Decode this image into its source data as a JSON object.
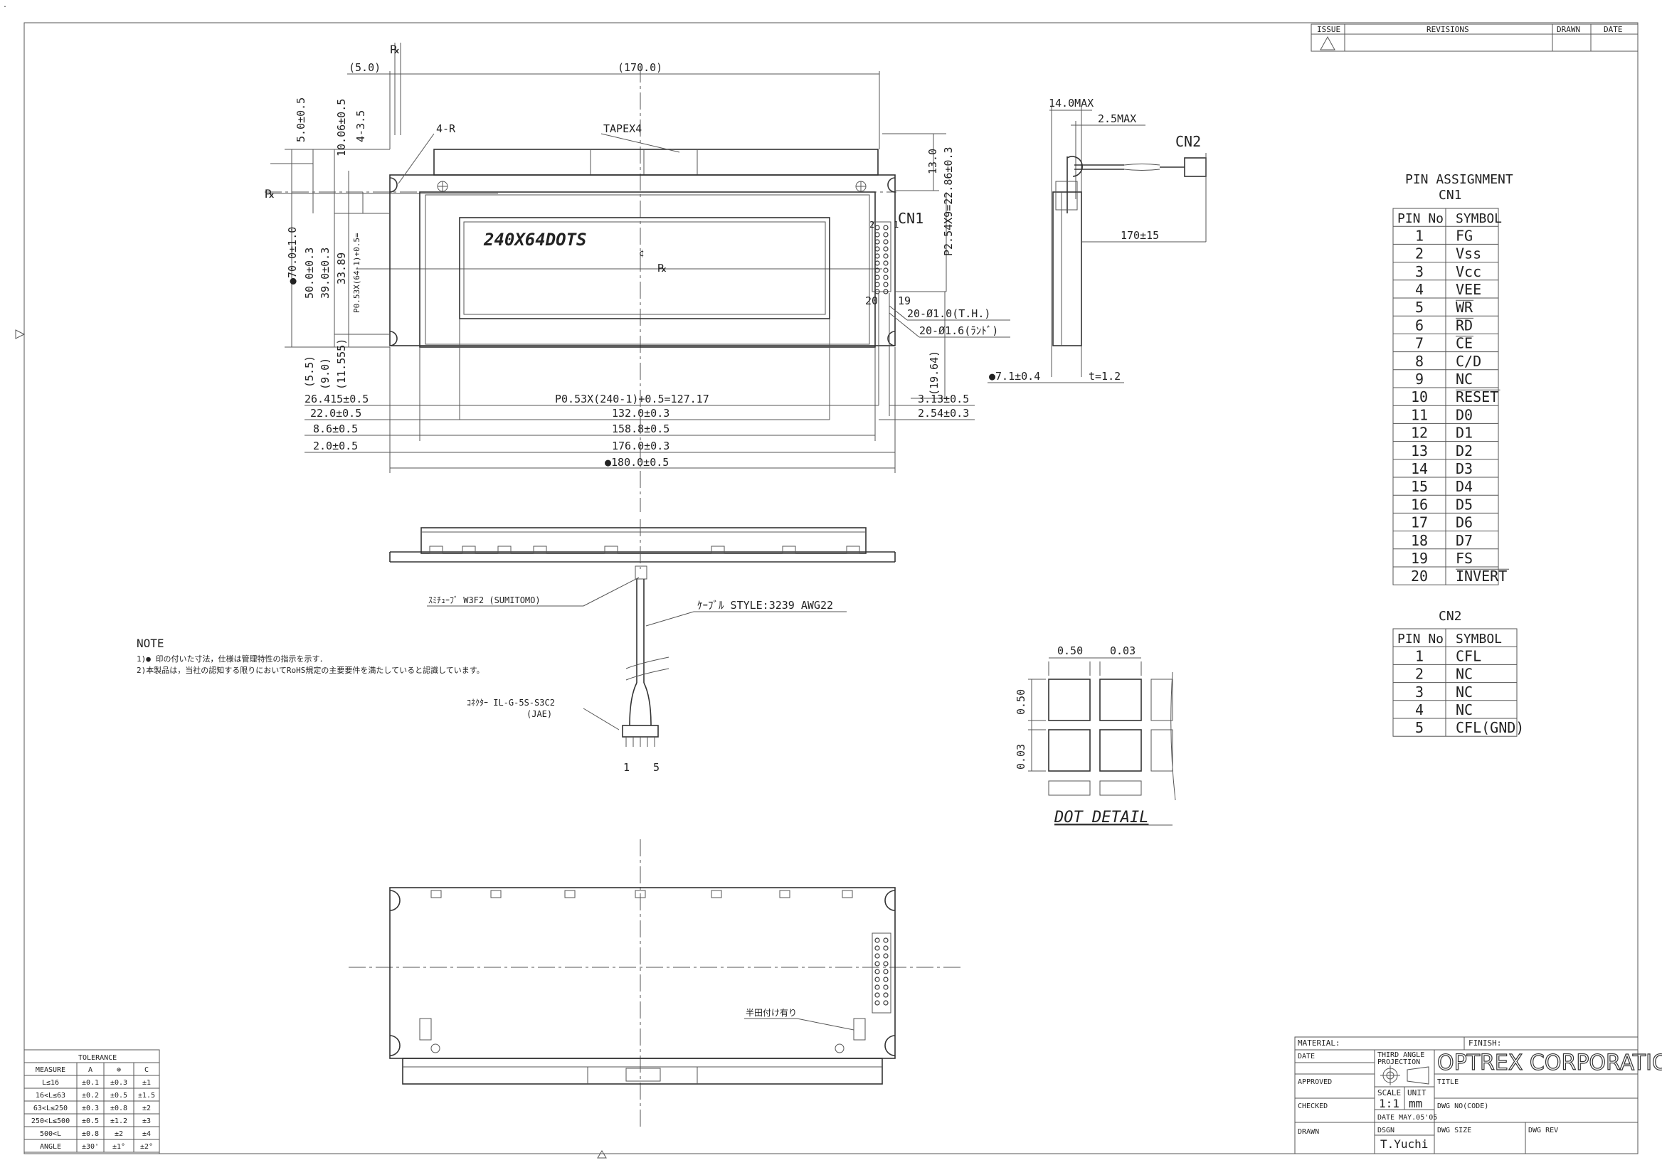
{
  "revision_block": {
    "issue": "ISSUE",
    "revisions": "REVISIONS",
    "drawn": "DRAWN",
    "date": "DATE"
  },
  "front_view": {
    "dims": {
      "d5_0": "(5.0)",
      "d170": "(170.0)",
      "r4": "4-R",
      "tapex4": "TAPEX4",
      "d5_0_05": "5.0±0.5",
      "d10_06": "10.06±0.5",
      "d4_35": "4-3.5",
      "d13_0": "13.0",
      "d2_54x9": "P2.54X9=22.86±0.3",
      "d70": "●70.0±1.0",
      "d50": "50.0±0.3",
      "d39": "39.0±0.3",
      "d33_89": "33.89",
      "dp053_64": "P0.53X(64-1)+0.5=",
      "d5_5": "(5.5)",
      "d9_0": "(9.0)",
      "d11_555": "(11.555)",
      "d19_64": "(19.64)",
      "d26_415": "26.415±0.5",
      "dp053_240": "P0.53X(240-1)+0.5=127.17",
      "d3_13": "3.13±0.5",
      "d22": "22.0±0.5",
      "d132": "132.0±0.3",
      "d2_54": "2.54±0.3",
      "d8_6": "8.6±0.5",
      "d158_8": "158.8±0.5",
      "d2_0": "2.0±0.5",
      "d176": "176.0±0.3",
      "d180": "●180.0±0.5"
    },
    "display_label": "240X64DOTS",
    "cn1_label": "CN1",
    "pin_2": "2",
    "pin_1": "1",
    "pin_20": "20",
    "pin_19": "19",
    "hole_th": "20-Ø1.0(T.H.)",
    "hole_land": "20-Ø1.6(ﾗﾝﾄﾞ)"
  },
  "side_view": {
    "d14max": "14.0MAX",
    "d2_5max": "2.5MAX",
    "cn2": "CN2",
    "d170_15": "170±15",
    "d7_1": "●7.1±0.4",
    "dt": "t=1.2"
  },
  "cable_view": {
    "tube": "ｽﾐﾁｭｰﾌﾞ W3F2 (SUMITOMO)",
    "cable": "ｹｰﾌﾞﾙ STYLE:3239 AWG22",
    "connector_1": "ｺﾈｸﾀｰ IL-G-5S-S3C2",
    "connector_2": "(JAE)",
    "pin_1": "1",
    "pin_5": "5"
  },
  "notes": {
    "title": "NOTE",
    "line1": "1)● 印の付いた寸法，仕様は管理特性の指示を示す．",
    "line2": "2)本製品は，当社の認知する限りにおいてRoHS規定の主要要件を満たしていると認識しています。"
  },
  "rear_view": {
    "solder_note": "半田付け有り"
  },
  "dot_detail": {
    "d050a": "0.50",
    "d003a": "0.03",
    "d050b": "0.50",
    "d003b": "0.03",
    "title": "DOT DETAIL"
  },
  "pin_assignment": {
    "title": "PIN ASSIGNMENT",
    "cn1": {
      "title": "CN1",
      "headers": [
        "PIN No",
        "SYMBOL"
      ],
      "rows": [
        [
          "1",
          "FG"
        ],
        [
          "2",
          "Vss"
        ],
        [
          "3",
          "Vcc"
        ],
        [
          "4",
          "VEE"
        ],
        [
          "5",
          "WR"
        ],
        [
          "6",
          "RD"
        ],
        [
          "7",
          "CE"
        ],
        [
          "8",
          "C/D"
        ],
        [
          "9",
          "NC"
        ],
        [
          "10",
          "RESET"
        ],
        [
          "11",
          "D0"
        ],
        [
          "12",
          "D1"
        ],
        [
          "13",
          "D2"
        ],
        [
          "14",
          "D3"
        ],
        [
          "15",
          "D4"
        ],
        [
          "16",
          "D5"
        ],
        [
          "17",
          "D6"
        ],
        [
          "18",
          "D7"
        ],
        [
          "19",
          "FS"
        ],
        [
          "20",
          "INVERT"
        ]
      ]
    },
    "cn2": {
      "title": "CN2",
      "headers": [
        "PIN No",
        "SYMBOL"
      ],
      "rows": [
        [
          "1",
          "CFL"
        ],
        [
          "2",
          "NC"
        ],
        [
          "3",
          "NC"
        ],
        [
          "4",
          "NC"
        ],
        [
          "5",
          "CFL(GND)"
        ]
      ]
    }
  },
  "tolerance": {
    "title": "TOLERANCE",
    "headers": [
      "MEASURE",
      "A",
      "⊕",
      "C"
    ],
    "rows": [
      [
        "L≤16",
        "±0.1",
        "±0.3",
        "±1"
      ],
      [
        "16<L≤63",
        "±0.2",
        "±0.5",
        "±1.5"
      ],
      [
        "63<L≤250",
        "±0.3",
        "±0.8",
        "±2"
      ],
      [
        "250<L≤500",
        "±0.5",
        "±1.2",
        "±3"
      ],
      [
        "500<L",
        "±0.8",
        "±2",
        "±4"
      ],
      [
        "ANGLE",
        "±30'",
        "±1°",
        "±2°"
      ]
    ]
  },
  "title_block": {
    "material": "MATERIAL:",
    "finish": "FINISH:",
    "date": "DATE",
    "projection_1": "THIRD ANGLE",
    "projection_2": "PROJECTION",
    "company": "OPTREX CORPORATION",
    "title": "TITLE",
    "approved": "APPROVED",
    "scale": "SCALE",
    "unit": "UNIT",
    "scale_val": "1:1",
    "unit_val": "mm",
    "dwg_no": "DWG NO(CODE)",
    "checked": "CHECKED",
    "date_val": "DATE MAY.05'05",
    "drawn": "DRAWN",
    "dsgn": "DSGN",
    "designer": "T.Yuchi",
    "dwg_size": "DWG SIZE",
    "dwg_rev": "DWG REV"
  }
}
